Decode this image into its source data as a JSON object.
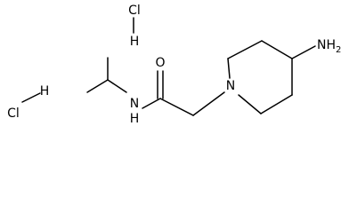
{
  "structure": {
    "atoms": {
      "amine_nh2": "NH",
      "amine_nh2_subscript": "2",
      "ring_nitrogen": "N",
      "carbonyl_oxygen": "O",
      "amide_nh": "N",
      "amide_nh_hydrogen": "H"
    },
    "salts": [
      {
        "halogen": "Cl",
        "hydrogen": "H"
      },
      {
        "halogen": "Cl",
        "hydrogen": "H"
      }
    ]
  },
  "colors": {
    "ink": "#000000",
    "background": "#ffffff"
  }
}
